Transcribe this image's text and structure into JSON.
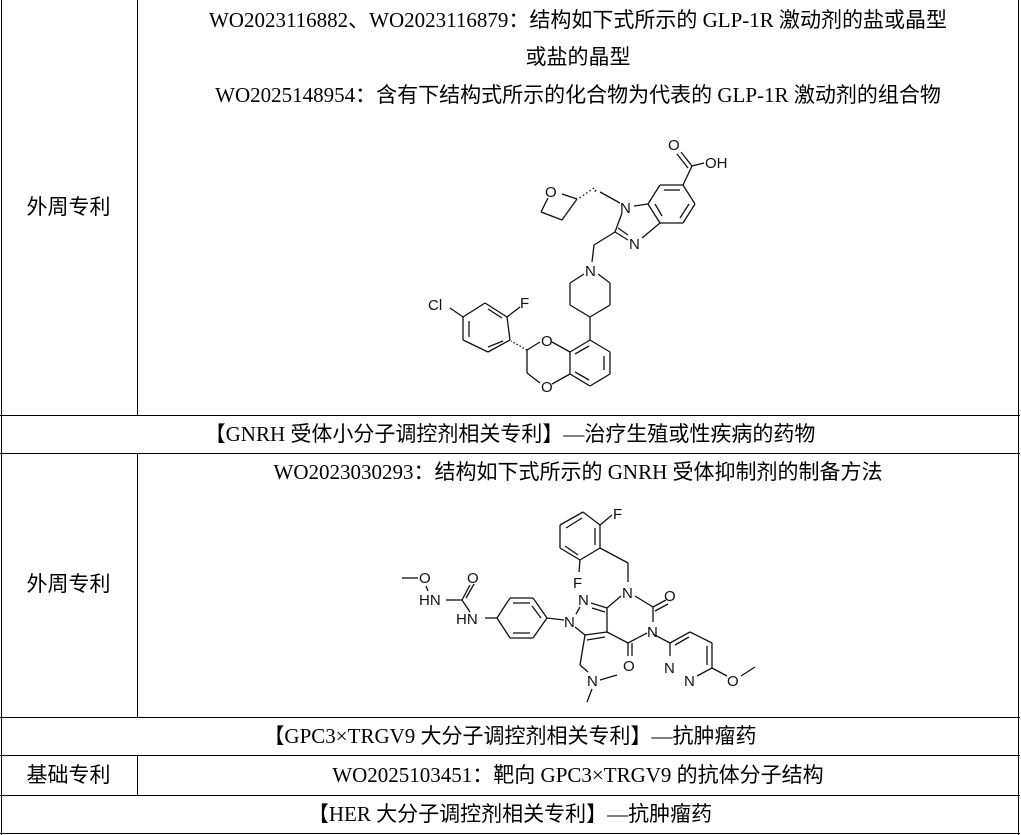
{
  "rows": [
    {
      "label": "外周专利",
      "lines": [
        "WO2023116882、WO2023116879：结构如下式所示的 GLP-1R 激动剂的盐或晶型",
        "或盐的晶型",
        "WO2025148954：含有下结构式所示的化合物为代表的 GLP-1R 激动剂的组合物"
      ],
      "structure_atoms": [
        "O",
        "OH",
        "N",
        "N",
        "O",
        "N",
        "Cl",
        "F",
        "O",
        "O"
      ]
    },
    {
      "section": "【GNRH 受体小分子调控剂相关专利】—治疗生殖或性疾病的药物"
    },
    {
      "label": "外周专利",
      "lines": [
        "WO2023030293：结构如下式所示的 GNRH 受体抑制剂的制备方法"
      ],
      "structure_atoms": [
        "F",
        "F",
        "N",
        "O",
        "N",
        "O",
        "N",
        "N",
        "O",
        "HN",
        "HN",
        "N",
        "N",
        "N",
        "O"
      ]
    },
    {
      "section": "【GPC3×TRGV9 大分子调控剂相关专利】—抗肿瘤药"
    },
    {
      "label": "基础专利",
      "lines": [
        "WO2025103451：靶向 GPC3×TRGV9 的抗体分子结构"
      ]
    },
    {
      "section": "【HER 大分子调控剂相关专利】—抗肿瘤药"
    }
  ]
}
